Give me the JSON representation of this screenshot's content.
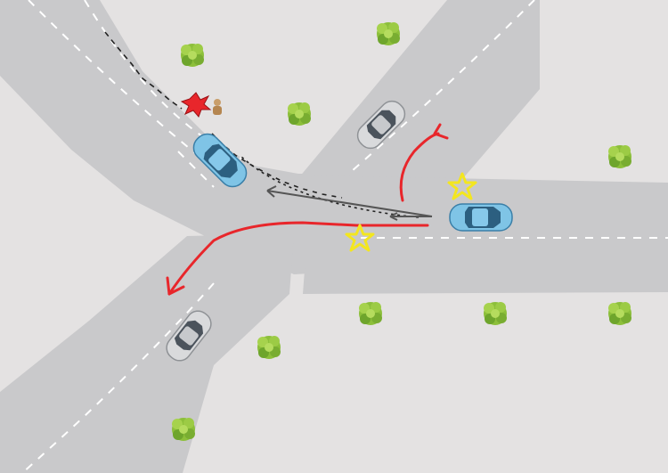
{
  "scene": {
    "colors": {
      "ground": "#e4e2e2",
      "road": "#c9c9cb",
      "lane_marking": "#ffffff",
      "route_line": "#e8262b",
      "star": "#f3e61f",
      "player_car": "#7fc4e6",
      "other_car": "#d9dadc",
      "bush": "#8cbf3a",
      "collision_burst": "#e8262b",
      "trajectory": "#222222"
    },
    "icons": [
      "blue-car-icon",
      "gray-car-icon",
      "star-icon",
      "collision-icon",
      "pedestrian-icon",
      "bush-icon"
    ],
    "routes": [
      "turn-left-onto-upper-right-road",
      "turn-right-onto-lower-left-road"
    ],
    "stars_count": 2,
    "text": []
  }
}
